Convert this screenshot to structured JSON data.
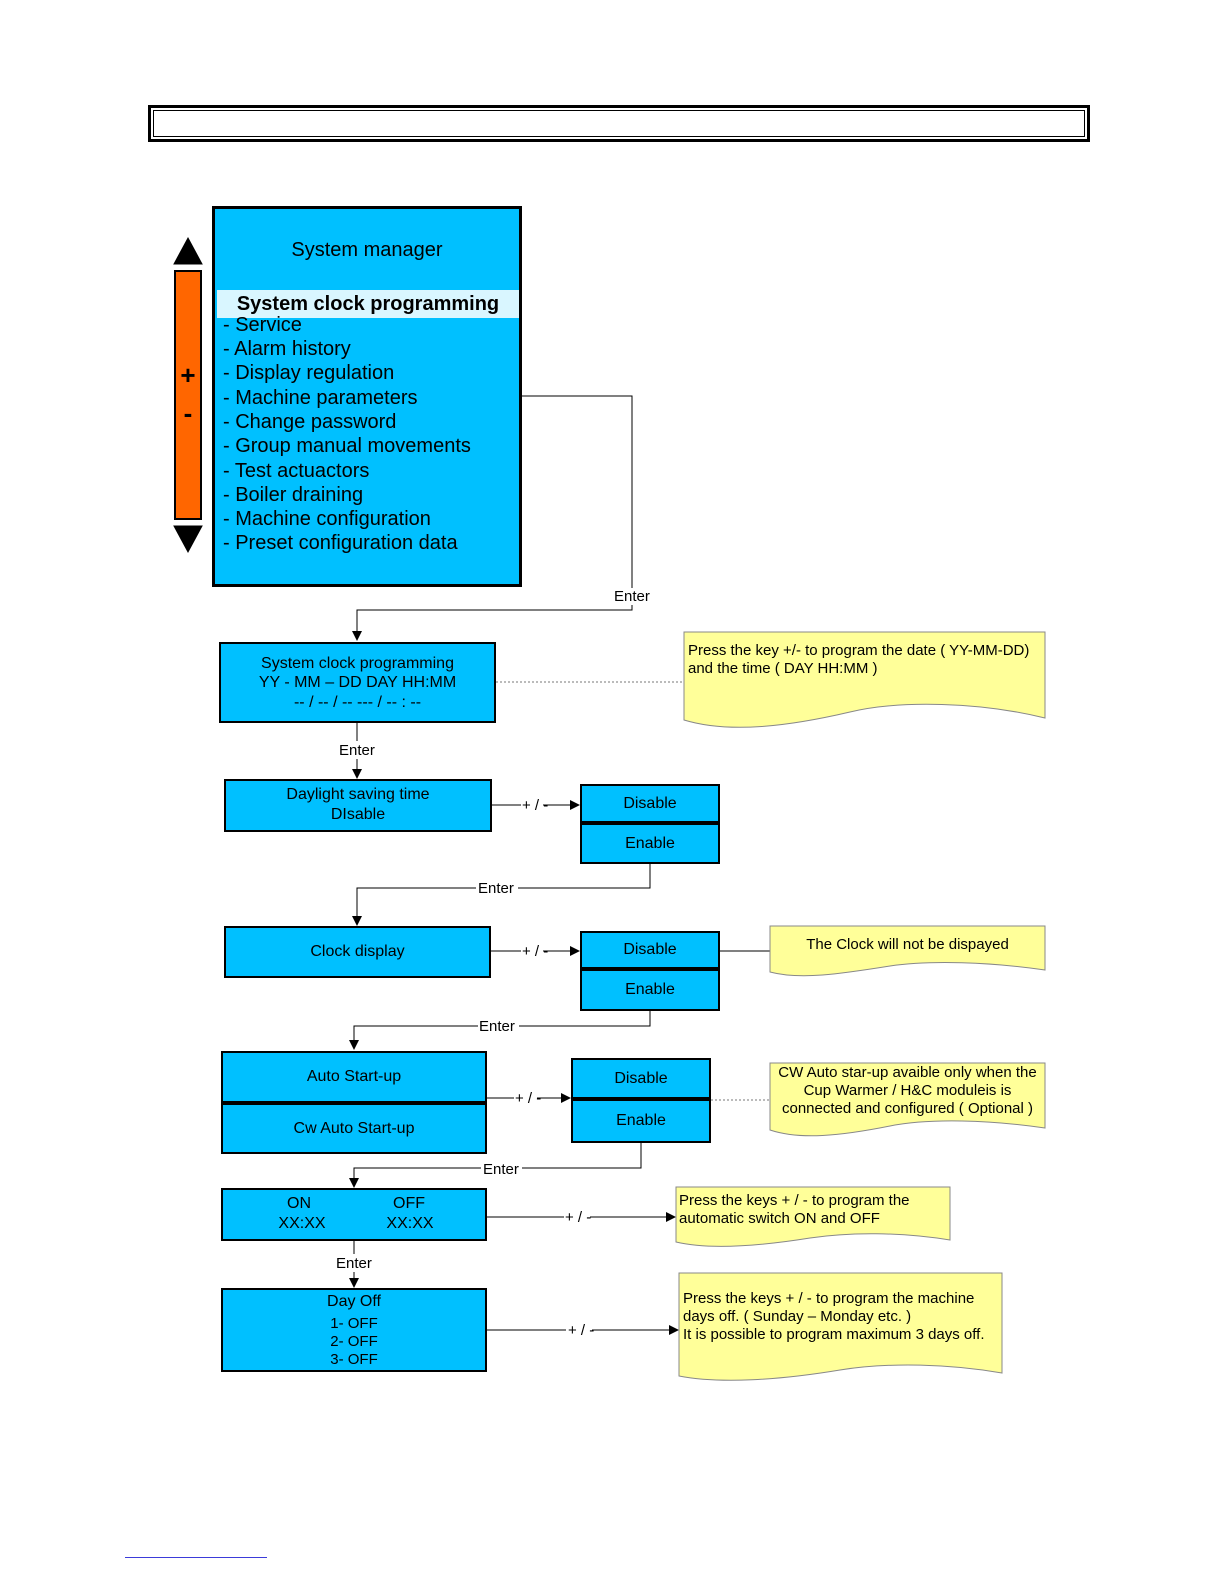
{
  "menu": {
    "title": "System manager",
    "selected": "System clock programming",
    "items": [
      "- Service",
      "- Alarm history",
      "- Display regulation",
      "- Machine parameters",
      "- Change password",
      "- Group manual movements",
      "- Test actuactors",
      "- Boiler draining",
      "- Machine configuration",
      "- Preset configuration data"
    ]
  },
  "scroll": {
    "plus": "+",
    "minus": "-"
  },
  "clock_box": {
    "line1": "System clock programming",
    "line2": "YY - MM – DD    DAY  HH:MM",
    "line3": "--   / -- /  --        ---   / -- :  --"
  },
  "daylight_box": {
    "line1": "Daylight  saving time",
    "line2": "DIsable"
  },
  "clock_display_box": {
    "label": "Clock display"
  },
  "auto_start_box": {
    "top": "Auto Start-up",
    "bottom": "Cw Auto Start-up"
  },
  "onoff_box": {
    "on_label": "ON",
    "off_label": "OFF",
    "on_value": "XX:XX",
    "off_value": "XX:XX"
  },
  "dayoff_box": {
    "title": "Day Off",
    "items": [
      "1- OFF",
      "2- OFF",
      "3- OFF"
    ]
  },
  "options": {
    "disable": "Disable",
    "enable": "Enable"
  },
  "connectors": {
    "enter": "Enter",
    "plus_minus": "+ / -"
  },
  "notes": {
    "clock_programming": [
      "Press the key +/- to program the date ( YY-MM-DD)",
      "and the time ( DAY   HH:MM )"
    ],
    "clock_display": [
      "The Clock will not  be dispayed"
    ],
    "cw_auto": [
      "CW Auto star-up avaible only when the",
      "Cup Warmer / H&C moduleis is",
      "connected and configured ( Optional )"
    ],
    "onoff": [
      "Press the keys  + / -  to program the",
      "automatic switch ON and OFF"
    ],
    "dayoff": [
      "Press the keys + / - to program the machine",
      "days off. ( Sunday – Monday etc. )",
      "It is possible to program maximum 3 days off."
    ]
  },
  "colors": {
    "box_blue": "#00c0ff",
    "note_yellow": "#ffff99",
    "scroll_orange": "#ff6600",
    "selected_bg": "#d9f6ff"
  }
}
